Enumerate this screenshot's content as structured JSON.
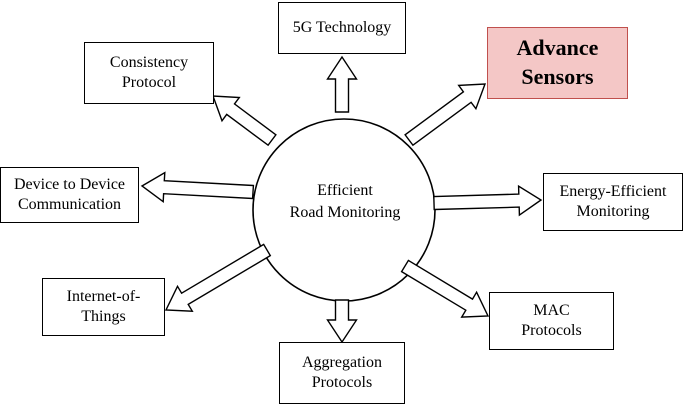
{
  "center": {
    "label": "Efficient\nRoad Monitoring"
  },
  "nodes": {
    "fiveg": "5G Technology",
    "consistency": "Consistency\nProtocol",
    "advance": "Advance\nSensors",
    "d2d": "Device to Device\nCommunication",
    "energy": "Energy-Efficient\nMonitoring",
    "iot": "Internet-of-\nThings",
    "mac": "MAC\nProtocols",
    "aggregation": "Aggregation\nProtocols"
  },
  "colors": {
    "highlight_fill": "#f4c7c6",
    "highlight_border": "#c0504d",
    "stroke": "#000000"
  }
}
